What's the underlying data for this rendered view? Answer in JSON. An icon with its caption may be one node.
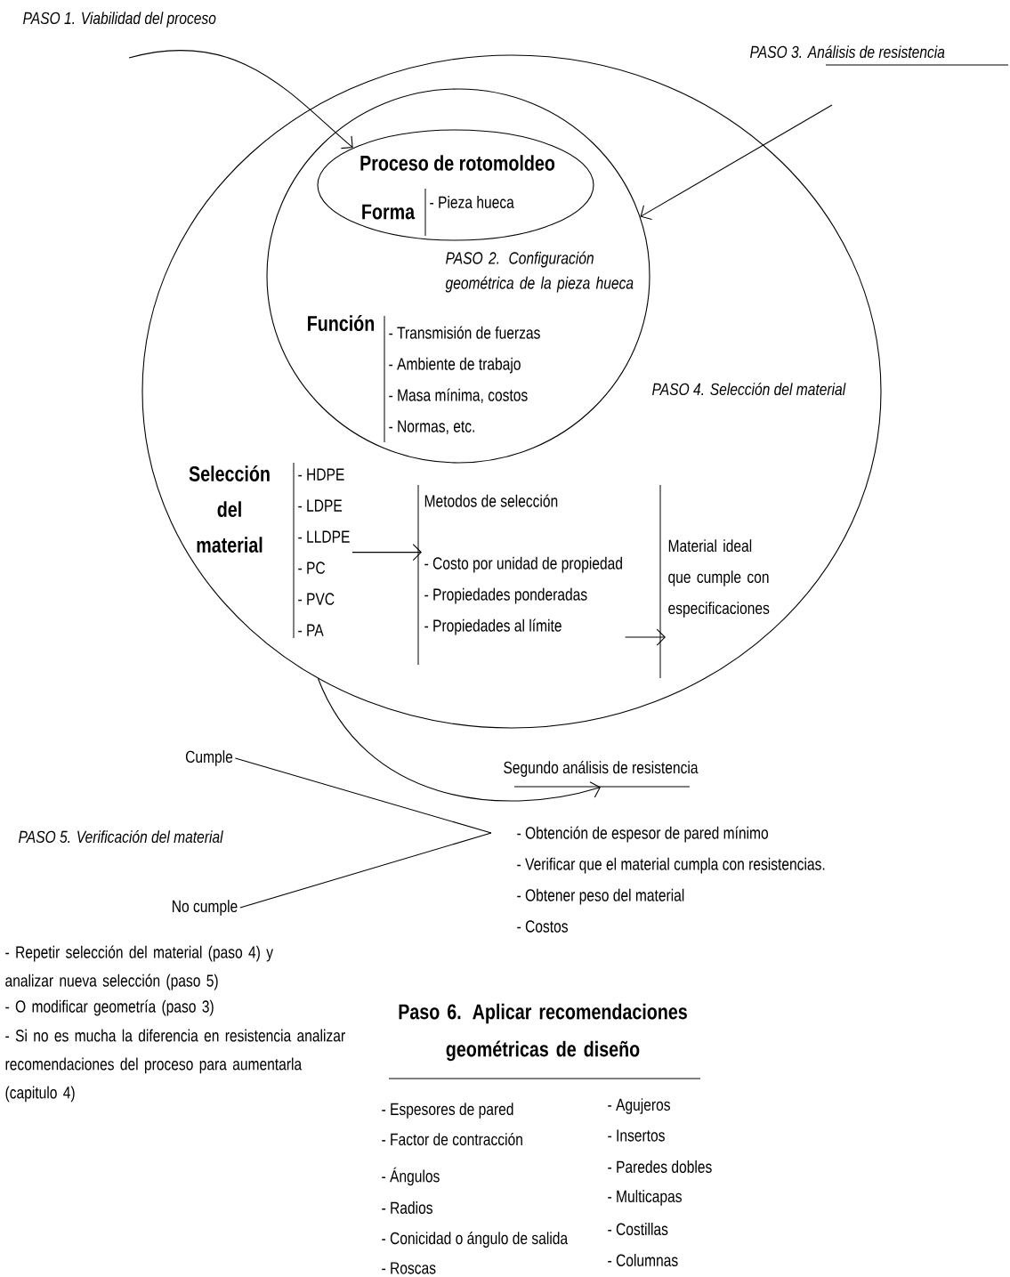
{
  "diagram": {
    "nodes": [
      {
        "text": [
          "PASO 4.  Selección del material"
        ]
      },
      {
        "text": [
          "PASO 2.  Configuración geométrica de la pieza hueca",
          "Función",
          "- Transmisión de fuerzas",
          "- Ambiente de trabajo",
          "- Masa mínima, costos",
          "- Normas, etc."
        ],
        "in": 0
      },
      {
        "text": [
          "Proceso de rotomoldeo",
          "Forma",
          "- Pieza hueca"
        ],
        "in": 1
      },
      {
        "text": [
          "Selección del material",
          "- HDPE",
          "- LDPE",
          "- LLDPE",
          "- PC",
          "- PVC",
          "- PA"
        ],
        "in": 0
      },
      {
        "text": [
          "Metodos de selección",
          "- Costo por unidad de propiedad",
          "- Propiedades ponderadas",
          "- Propiedades al límite"
        ],
        "in": 0
      },
      {
        "text": [
          "Material ideal que cumple con especificaciones"
        ],
        "in": 0
      },
      {
        "text": [
          "Segundo análisis de resistencia"
        ]
      },
      {
        "text": [
          "- Obtención de espesor de pared mínimo",
          "- Verificar que el material cumpla con resistencias.",
          "- Obtener peso del material",
          "- Costos"
        ]
      },
      {
        "text": [
          "Cumple"
        ]
      },
      {
        "text": [
          "No cumple"
        ]
      }
    ],
    "edges": [
      {
        "from": null,
        "to": 2,
        "arrow": "to"
      },
      {
        "from": null,
        "to": 1,
        "arrow": "to"
      },
      {
        "from": 3,
        "to": 4,
        "arrow": "to"
      },
      {
        "from": 4,
        "to": 5,
        "arrow": "to"
      },
      {
        "from": 0,
        "to": 6,
        "arrow": "to"
      },
      {
        "from": 8,
        "to": 7,
        "arrow": "none"
      },
      {
        "from": 9,
        "to": 7,
        "arrow": "none"
      }
    ],
    "labels": [
      "PASO 1. Viabilidad del proceso",
      "PASO 3. Análisis de resistencia",
      "PASO 5.  Verificación del material",
      "- Repetir selección del material (paso 4) y analizar nueva selección (paso 5)",
      "- O modificar geometría (paso 3)",
      "- Si no es mucha la diferencia en resistencia analizar recomendaciones del proceso para aumentarla (capitulo 4)",
      "Paso 6. Aplicar recomendaciones geométricas de diseño",
      "- Espesores de pared",
      "- Factor de contracción",
      "- Ángulos",
      "- Radios",
      "- Conicidad o ángulo de salida",
      "- Roscas",
      "- Agujeros",
      "- Insertos",
      "- Paredes dobles",
      "- Multicapas",
      "- Costillas",
      "- Columnas"
    ]
  }
}
